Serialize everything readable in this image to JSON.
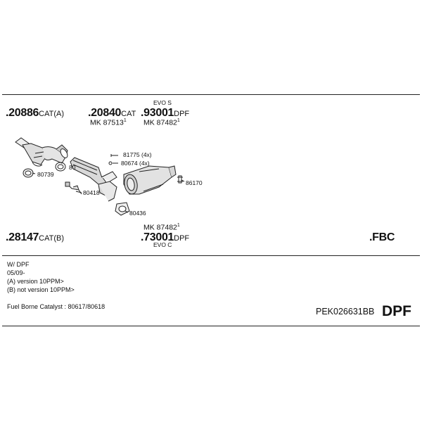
{
  "parts": {
    "p20886": {
      "number": ".20886",
      "suffix": "CAT(A)"
    },
    "p20840": {
      "number": ".20840",
      "suffix": "CAT",
      "mk_label": "MK",
      "mk_number": "87513",
      "mk_sup": "1"
    },
    "p93001": {
      "number": ".93001",
      "suffix": "DPF",
      "mk_label": "MK",
      "mk_number": "87482",
      "mk_sup": "1",
      "variant": "EVO S"
    },
    "p28147": {
      "number": ".28147",
      "suffix": "CAT(B)"
    },
    "p73001": {
      "number": ".73001",
      "suffix": "DPF",
      "mk_label": "MK",
      "mk_number": "87482",
      "mk_sup": "1",
      "variant": "EVO C"
    },
    "fbc": ".FBC"
  },
  "callouts": {
    "c81775": "81775 (4x)",
    "c80674": "80674 (4x)",
    "c86170": "86170",
    "c80739": "80739",
    "c80418": "80418",
    "c80436": "80436",
    "c80": "80"
  },
  "notes": {
    "line1": "W/ DPF",
    "line2": "05/09-",
    "line3": "(A) version 10PPM>",
    "line4": "(B) not version 10PPM>",
    "fuel": "Fuel Borne Catalyst : 80617/80618"
  },
  "footer": {
    "code": "PEK026631BB",
    "type": "DPF"
  }
}
